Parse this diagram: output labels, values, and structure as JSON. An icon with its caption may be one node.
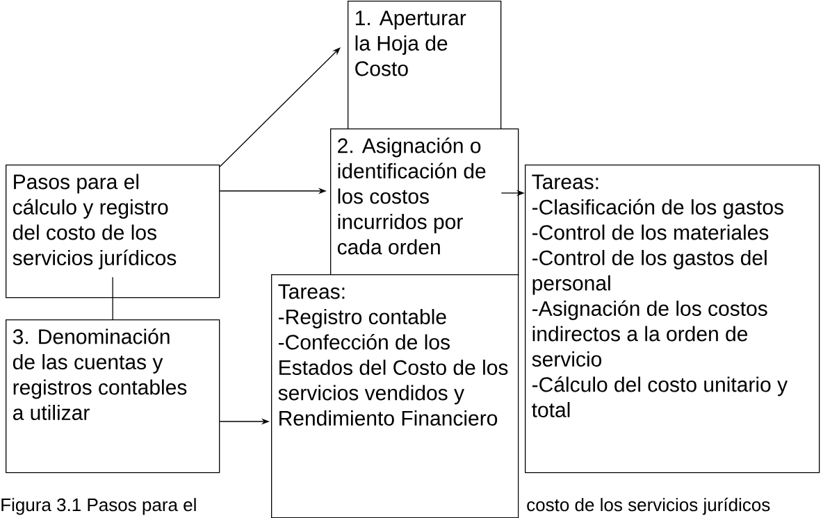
{
  "diagram": {
    "nodes": [
      {
        "text": [
          "Pasos para el cálculo y registro del costo de los servicios jurídicos"
        ]
      },
      {
        "text": [
          "1. Aperturar la Hoja de Costo"
        ]
      },
      {
        "text": [
          "2. Asignación o identificación de los costos incurridos por cada orden"
        ]
      },
      {
        "text": [
          "Tareas:",
          "-Clasificación de los gastos",
          "-Control de los materiales",
          "-Control de los gastos del personal",
          "-Asignación de los costos indirectos a la orden de servicio",
          "-Cálculo del costo unitario y total"
        ]
      },
      {
        "text": [
          "3. Denominación de las cuentas y registros contables a utilizar"
        ]
      },
      {
        "text": [
          "Tareas:",
          "-Registro contable",
          "-Confección de los Estados del Costo de los servicios vendidos y Rendimiento Financiero"
        ]
      }
    ],
    "edges": [
      {
        "from": 0,
        "to": 1,
        "arrow": "to"
      },
      {
        "from": 0,
        "to": 2,
        "arrow": "to"
      },
      {
        "from": 2,
        "to": 3,
        "arrow": "to"
      },
      {
        "from": 0,
        "to": 4,
        "arrow": "none"
      },
      {
        "from": 4,
        "to": 5,
        "arrow": "to"
      }
    ],
    "labels": [
      "Figura 3.1 Pasos para el",
      "costo de los servicios jurídicos"
    ]
  }
}
